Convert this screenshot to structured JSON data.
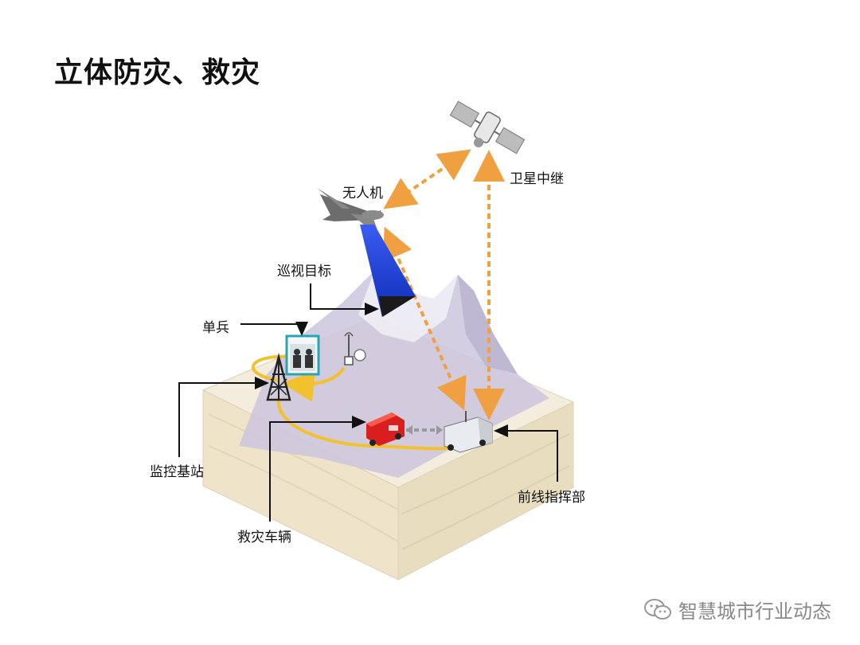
{
  "title": "立体防灾、救灾",
  "labels": {
    "satellite": "卫星中继",
    "uav": "无人机",
    "patrol_target": "巡视目标",
    "soldier": "单兵",
    "monitor_station": "监控基站",
    "rescue_vehicle": "救灾车辆",
    "command_post": "前线指挥部"
  },
  "watermark": {
    "text": "智慧城市行业动态",
    "icon": "wechat-icon"
  },
  "colors": {
    "link_orange": "#f0a040",
    "yellow_path": "#f2c12e",
    "beam_blue": "#1c3fd6",
    "terrain": "#f4ecdc",
    "mountain": "#cbc6dd",
    "vehicle_red": "#d81e1e"
  }
}
